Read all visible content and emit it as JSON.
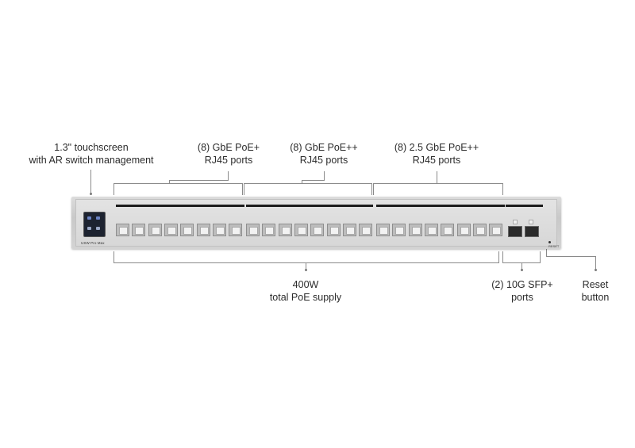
{
  "callouts": {
    "touchscreen": {
      "line1": "1.3\" touchscreen",
      "line2": "with AR switch management"
    },
    "gbe_poe_plus": {
      "line1": "(8) GbE PoE+",
      "line2": "RJ45 ports"
    },
    "gbe_poe_plusplus": {
      "line1": "(8) GbE PoE++",
      "line2": "RJ45 ports"
    },
    "multigig_poe": {
      "line1": "(8) 2.5 GbE PoE++",
      "line2": "RJ45 ports"
    },
    "poe_supply": {
      "line1": "400W",
      "line2": "total PoE supply"
    },
    "sfp": {
      "line1": "(2) 10G SFP+",
      "line2": "ports"
    },
    "reset": {
      "line1": "Reset",
      "line2": "button"
    }
  },
  "device": {
    "brand_label": "USW Pro Max",
    "reset_label": "RESET",
    "colors": {
      "chassis": "#d3d3d3",
      "screen": "#1d2330",
      "sfp_cage": "#2b2b2b"
    }
  }
}
